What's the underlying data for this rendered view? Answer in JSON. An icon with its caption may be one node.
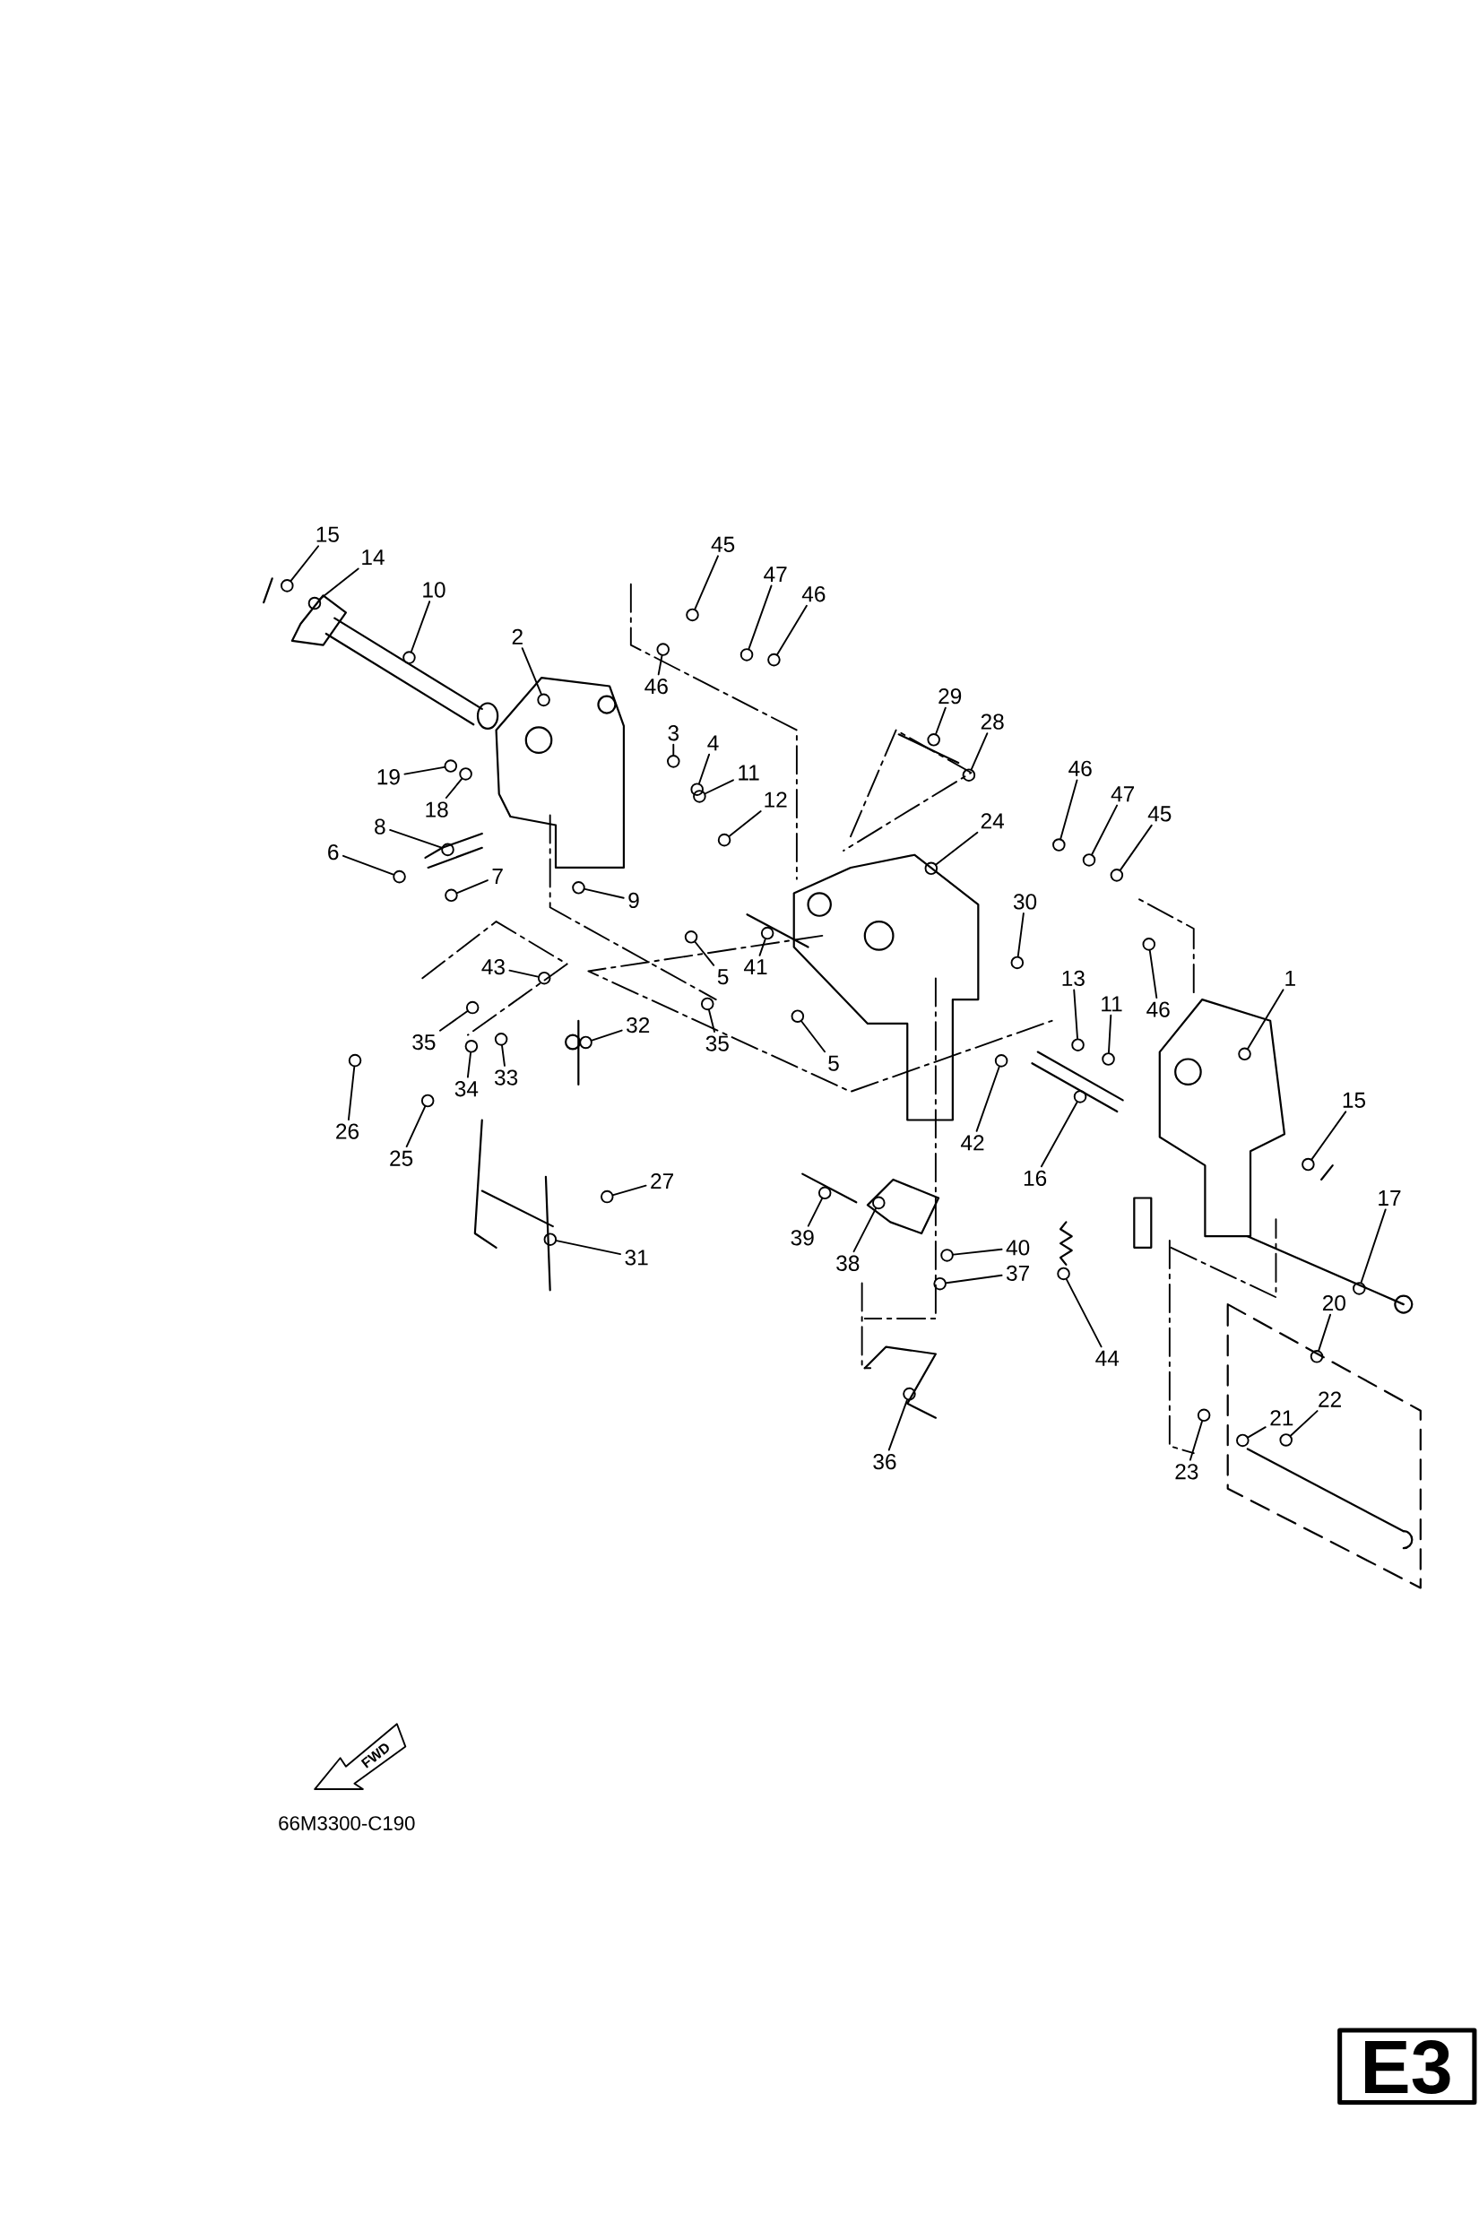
{
  "diagram": {
    "nodes": [
      {
        "text": [
          "15"
        ]
      },
      {
        "text": [
          "14"
        ]
      },
      {
        "text": [
          "10"
        ]
      },
      {
        "text": [
          "2"
        ]
      },
      {
        "text": [
          "45"
        ]
      },
      {
        "text": [
          "47"
        ]
      },
      {
        "text": [
          "46"
        ]
      },
      {
        "text": [
          "46"
        ]
      },
      {
        "text": [
          "3"
        ]
      },
      {
        "text": [
          "4"
        ]
      },
      {
        "text": [
          "11"
        ]
      },
      {
        "text": [
          "12"
        ]
      },
      {
        "text": [
          "19"
        ]
      },
      {
        "text": [
          "18"
        ]
      },
      {
        "text": [
          "8"
        ]
      },
      {
        "text": [
          "6"
        ]
      },
      {
        "text": [
          "7"
        ]
      },
      {
        "text": [
          "9"
        ]
      },
      {
        "text": [
          "29"
        ]
      },
      {
        "text": [
          "28"
        ]
      },
      {
        "text": [
          "24"
        ]
      },
      {
        "text": [
          "46"
        ]
      },
      {
        "text": [
          "47"
        ]
      },
      {
        "text": [
          "45"
        ]
      },
      {
        "text": [
          "30"
        ]
      },
      {
        "text": [
          "13"
        ]
      },
      {
        "text": [
          "11"
        ]
      },
      {
        "text": [
          "46"
        ]
      },
      {
        "text": [
          "1"
        ]
      },
      {
        "text": [
          "15"
        ]
      },
      {
        "text": [
          "17"
        ]
      },
      {
        "text": [
          "16"
        ]
      },
      {
        "text": [
          "42"
        ]
      },
      {
        "text": [
          "5"
        ]
      },
      {
        "text": [
          "41"
        ]
      },
      {
        "text": [
          "5"
        ]
      },
      {
        "text": [
          "43"
        ]
      },
      {
        "text": [
          "35"
        ]
      },
      {
        "text": [
          "35"
        ]
      },
      {
        "text": [
          "32"
        ]
      },
      {
        "text": [
          "33"
        ]
      },
      {
        "text": [
          "34"
        ]
      },
      {
        "text": [
          "26"
        ]
      },
      {
        "text": [
          "25"
        ]
      },
      {
        "text": [
          "27"
        ]
      },
      {
        "text": [
          "31"
        ]
      },
      {
        "text": [
          "39"
        ]
      },
      {
        "text": [
          "38"
        ]
      },
      {
        "text": [
          "40"
        ]
      },
      {
        "text": [
          "37"
        ]
      },
      {
        "text": [
          "44"
        ]
      },
      {
        "text": [
          "36"
        ]
      },
      {
        "text": [
          "20"
        ]
      },
      {
        "text": [
          "21"
        ]
      },
      {
        "text": [
          "22"
        ]
      },
      {
        "text": [
          "23"
        ]
      },
      {
        "text": [],
        "shape": "circle"
      },
      {
        "text": [],
        "shape": "circle"
      },
      {
        "text": [],
        "shape": "circle"
      },
      {
        "text": [],
        "shape": "circle"
      },
      {
        "text": [],
        "shape": "circle"
      },
      {
        "text": [],
        "shape": "circle"
      },
      {
        "text": [],
        "shape": "circle"
      },
      {
        "text": [],
        "shape": "circle"
      },
      {
        "text": [],
        "shape": "circle"
      },
      {
        "text": [],
        "shape": "circle"
      },
      {
        "text": [],
        "shape": "circle"
      },
      {
        "text": [],
        "shape": "circle"
      },
      {
        "text": [],
        "shape": "circle"
      },
      {
        "text": [],
        "shape": "circle"
      },
      {
        "text": [],
        "shape": "circle"
      },
      {
        "text": [],
        "shape": "circle"
      },
      {
        "text": [],
        "shape": "circle"
      },
      {
        "text": [],
        "shape": "circle"
      },
      {
        "text": [],
        "shape": "circle"
      },
      {
        "text": [],
        "shape": "circle"
      },
      {
        "text": [],
        "shape": "circle"
      },
      {
        "text": [],
        "shape": "circle"
      },
      {
        "text": [],
        "shape": "circle"
      },
      {
        "text": [],
        "shape": "circle"
      },
      {
        "text": [],
        "shape": "circle"
      },
      {
        "text": [],
        "shape": "circle"
      },
      {
        "text": [],
        "shape": "circle"
      },
      {
        "text": [],
        "shape": "circle"
      },
      {
        "text": [],
        "shape": "circle"
      },
      {
        "text": [],
        "shape": "circle"
      },
      {
        "text": [],
        "shape": "circle"
      },
      {
        "text": [],
        "shape": "circle"
      },
      {
        "text": [],
        "shape": "circle"
      },
      {
        "text": [],
        "shape": "circle"
      },
      {
        "text": [],
        "shape": "circle"
      },
      {
        "text": [],
        "shape": "circle"
      },
      {
        "text": [],
        "shape": "circle"
      },
      {
        "text": [],
        "shape": "circle"
      },
      {
        "text": [],
        "shape": "circle"
      },
      {
        "text": [],
        "shape": "circle"
      },
      {
        "text": [],
        "shape": "circle"
      },
      {
        "text": [],
        "shape": "circle"
      },
      {
        "text": [],
        "shape": "circle"
      },
      {
        "text": [],
        "shape": "circle"
      },
      {
        "text": [],
        "shape": "circle"
      },
      {
        "text": [],
        "shape": "circle"
      },
      {
        "text": [],
        "shape": "circle"
      },
      {
        "text": [],
        "shape": "circle"
      },
      {
        "text": [],
        "shape": "circle"
      },
      {
        "text": [],
        "shape": "circle"
      },
      {
        "text": [],
        "shape": "circle"
      },
      {
        "text": [],
        "shape": "circle"
      },
      {
        "text": [],
        "shape": "circle"
      },
      {
        "text": [],
        "shape": "circle"
      },
      {
        "text": [],
        "shape": "circle"
      },
      {
        "text": [],
        "shape": "circle"
      }
    ],
    "edges": [
      {
        "from": 0,
        "to": 56,
        "arrow": "none"
      },
      {
        "from": 1,
        "to": 57,
        "arrow": "none"
      },
      {
        "from": 2,
        "to": 58,
        "arrow": "none"
      },
      {
        "from": 3,
        "to": 59,
        "arrow": "none"
      },
      {
        "from": 4,
        "to": 60,
        "arrow": "none"
      },
      {
        "from": 5,
        "to": 61,
        "arrow": "none"
      },
      {
        "from": 6,
        "to": 62,
        "arrow": "none"
      },
      {
        "from": 7,
        "to": 63,
        "arrow": "none"
      },
      {
        "from": 8,
        "to": 64,
        "arrow": "none"
      },
      {
        "from": 9,
        "to": 65,
        "arrow": "none"
      },
      {
        "from": 10,
        "to": 66,
        "arrow": "none"
      },
      {
        "from": 11,
        "to": 67,
        "arrow": "none"
      },
      {
        "from": 12,
        "to": 68,
        "arrow": "none"
      },
      {
        "from": 13,
        "to": 69,
        "arrow": "none"
      },
      {
        "from": 14,
        "to": 70,
        "arrow": "none"
      },
      {
        "from": 15,
        "to": 71,
        "arrow": "none"
      },
      {
        "from": 16,
        "to": 72,
        "arrow": "none"
      },
      {
        "from": 17,
        "to": 73,
        "arrow": "none"
      },
      {
        "from": 18,
        "to": 74,
        "arrow": "none"
      },
      {
        "from": 19,
        "to": 75,
        "arrow": "none"
      },
      {
        "from": 20,
        "to": 76,
        "arrow": "none"
      },
      {
        "from": 21,
        "to": 77,
        "arrow": "none"
      },
      {
        "from": 22,
        "to": 78,
        "arrow": "none"
      },
      {
        "from": 23,
        "to": 79,
        "arrow": "none"
      },
      {
        "from": 24,
        "to": 80,
        "arrow": "none"
      },
      {
        "from": 25,
        "to": 81,
        "arrow": "none"
      },
      {
        "from": 26,
        "to": 82,
        "arrow": "none"
      },
      {
        "from": 27,
        "to": 83,
        "arrow": "none"
      },
      {
        "from": 28,
        "to": 84,
        "arrow": "none"
      },
      {
        "from": 29,
        "to": 85,
        "arrow": "none"
      },
      {
        "from": 30,
        "to": 86,
        "arrow": "none"
      },
      {
        "from": 31,
        "to": 87,
        "arrow": "none"
      },
      {
        "from": 32,
        "to": 88,
        "arrow": "none"
      },
      {
        "from": 33,
        "to": 89,
        "arrow": "none"
      },
      {
        "from": 34,
        "to": 90,
        "arrow": "none"
      },
      {
        "from": 35,
        "to": 91,
        "arrow": "none"
      },
      {
        "from": 36,
        "to": 92,
        "arrow": "none"
      },
      {
        "from": 37,
        "to": 93,
        "arrow": "none"
      },
      {
        "from": 38,
        "to": 94,
        "arrow": "none"
      },
      {
        "from": 39,
        "to": 95,
        "arrow": "none"
      },
      {
        "from": 40,
        "to": 96,
        "arrow": "none"
      },
      {
        "from": 41,
        "to": 97,
        "arrow": "none"
      },
      {
        "from": 42,
        "to": 98,
        "arrow": "none"
      },
      {
        "from": 43,
        "to": 99,
        "arrow": "none"
      },
      {
        "from": 44,
        "to": 100,
        "arrow": "none"
      },
      {
        "from": 45,
        "to": 101,
        "arrow": "none"
      },
      {
        "from": 46,
        "to": 102,
        "arrow": "none"
      },
      {
        "from": 47,
        "to": 103,
        "arrow": "none"
      },
      {
        "from": 48,
        "to": 104,
        "arrow": "none"
      },
      {
        "from": 49,
        "to": 105,
        "arrow": "none"
      },
      {
        "from": 50,
        "to": 106,
        "arrow": "none"
      },
      {
        "from": 51,
        "to": 107,
        "arrow": "none"
      },
      {
        "from": 52,
        "to": 108,
        "arrow": "none"
      },
      {
        "from": 53,
        "to": 109,
        "arrow": "none"
      },
      {
        "from": 54,
        "to": 110,
        "arrow": "none"
      },
      {
        "from": 55,
        "to": 111,
        "arrow": "none"
      }
    ],
    "labels": [
      "FWD",
      "66M3300-C190",
      "E3"
    ]
  }
}
